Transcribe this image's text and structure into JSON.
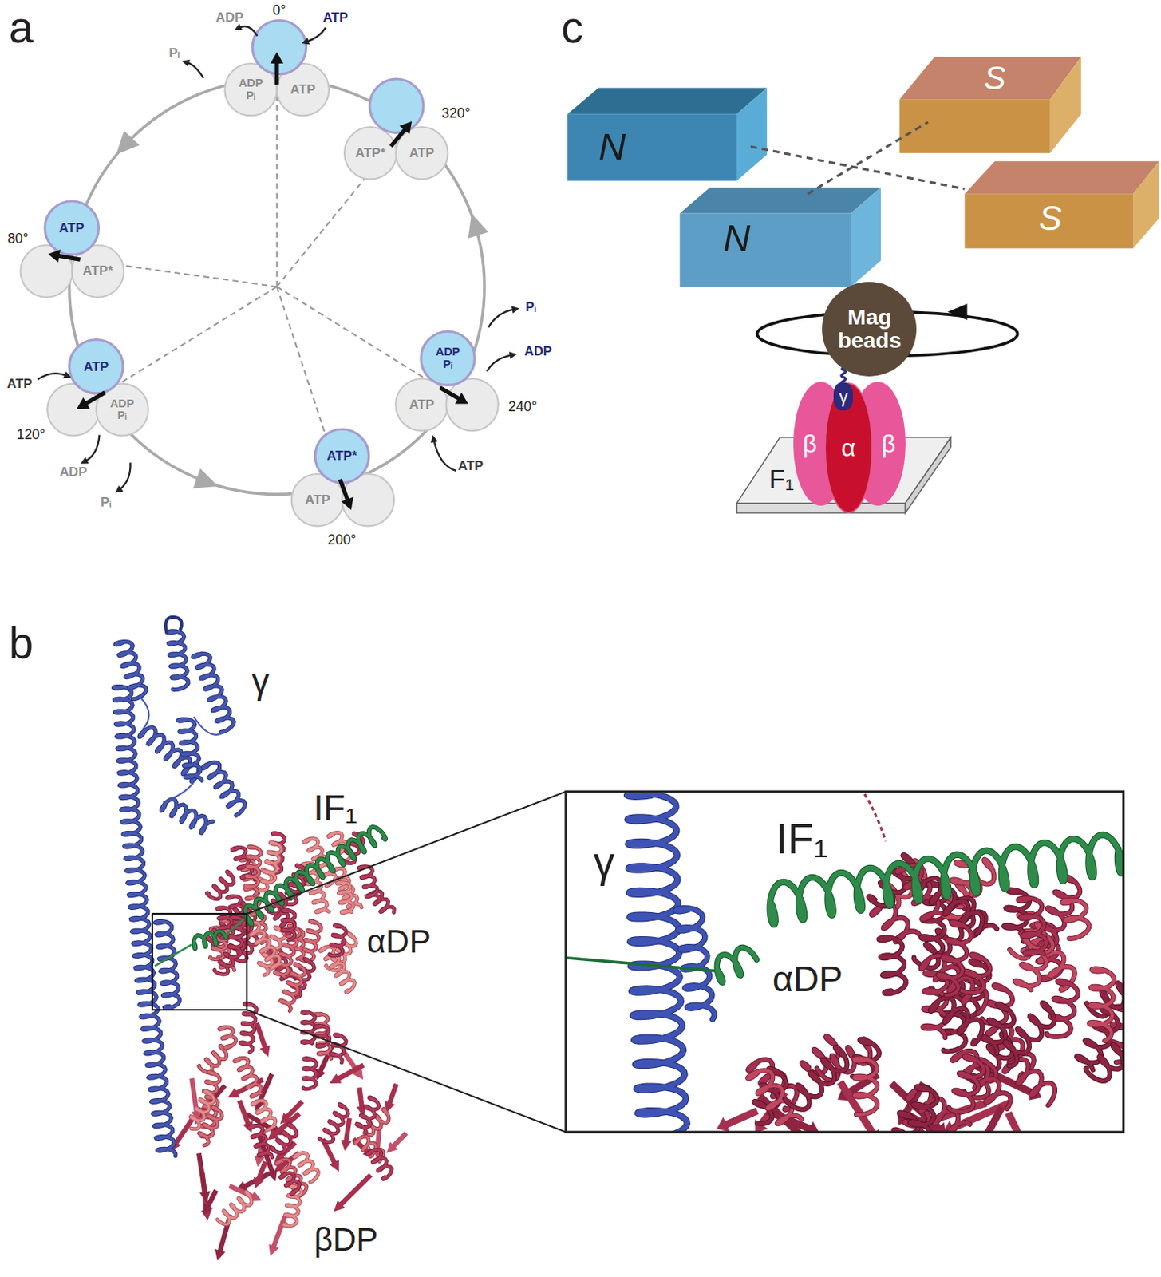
{
  "diagram": {
    "nodes": [
      {
        "text": [
          "ADP Pᵢ"
        ]
      },
      {
        "text": [
          "ATP"
        ]
      },
      {
        "text": [
          "ATP*"
        ]
      },
      {
        "text": [
          "ATP"
        ]
      },
      {
        "text": [
          "ATP"
        ]
      },
      {
        "text": [
          "ATP*"
        ]
      },
      {
        "text": [
          "ATP"
        ]
      },
      {
        "text": [
          "ADP Pᵢ"
        ]
      },
      {
        "text": [
          "ATP*"
        ]
      },
      {
        "text": [
          "ATP"
        ]
      },
      {
        "text": [
          "ADP Pᵢ"
        ]
      },
      {
        "text": [
          "ATP"
        ]
      },
      {
        "text": [
          "N"
        ]
      },
      {
        "text": [
          "S"
        ]
      },
      {
        "text": [
          "N"
        ]
      },
      {
        "text": [
          "S"
        ]
      },
      {
        "text": [
          "Mag beads"
        ]
      },
      {
        "text": [
          "γ"
        ]
      },
      {
        "text": [
          "β"
        ]
      },
      {
        "text": [
          "α"
        ]
      },
      {
        "text": [
          "β"
        ]
      },
      {
        "text": [
          "F₁"
        ]
      }
    ],
    "labels": [
      "a",
      "0°",
      "ADP",
      "ATP",
      "Pᵢ",
      "320°",
      "80°",
      "ATP",
      "120°",
      "ADP",
      "Pᵢ",
      "200°",
      "Pᵢ",
      "ADP",
      "240°",
      "ATP",
      "c",
      "b",
      "γ",
      "IF₁",
      "αDP",
      "βDP",
      "γ",
      "IF₁",
      "αDP"
    ]
  }
}
